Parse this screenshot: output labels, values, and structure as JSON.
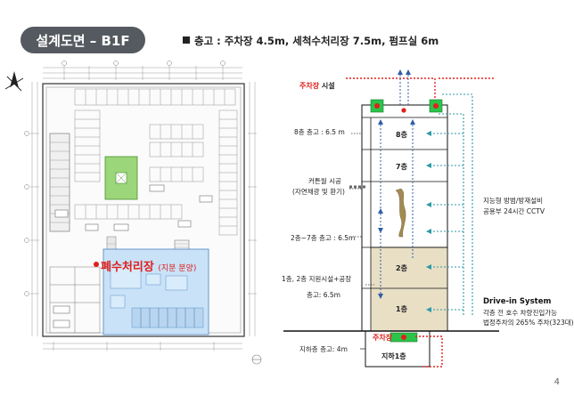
{
  "header": {
    "title": "설계도면 – B1F",
    "subtitle": "층고 : 주차장 4.5m, 세척수처리장 7.5m, 펌프실 6m"
  },
  "floorplan": {
    "callout": "폐수처리장",
    "callout_note": "(지분 분양)"
  },
  "section": {
    "parking_label_prefix": "주차장",
    "parking_label_suffix": " 시설",
    "floor_8": "8층",
    "floor_7": "7층",
    "floor_2": "2층",
    "floor_1": "1층",
    "floor_b1": "지하1층",
    "parking_ramp_label": "주차장",
    "height_8": "8층 층고 : 6.5 m",
    "curtain_wall_1": "커튼월 시공",
    "curtain_wall_2": "(자연채광 및 환기)",
    "height_2_7": "2층~7층 층고 : 6.5m",
    "height_1_2": "1층, 2층 지원시설+공장",
    "height_1_2_value": "층고: 6.5m",
    "height_b1": "지하층 층고: 4m",
    "cctv_1": "지능형 방범/방재설비",
    "cctv_2": "공용부 24시간 CCTV",
    "drivein_title": "Drive-in System",
    "drivein_1": "각층 전 호수 차량진입가능",
    "drivein_2": "법정주차의 265% 주차(323대)"
  },
  "page_number": "4",
  "colors": {
    "title_bg": "#555a60",
    "accent_red": "#e0201c",
    "green": "#2bc44a",
    "blue_zone": "#c9e2f8",
    "green_zone": "#9bd67a",
    "tan": "#e8dfc5",
    "teal_dots": "#2c9aa6",
    "blue_arrow": "#2e5da8"
  }
}
